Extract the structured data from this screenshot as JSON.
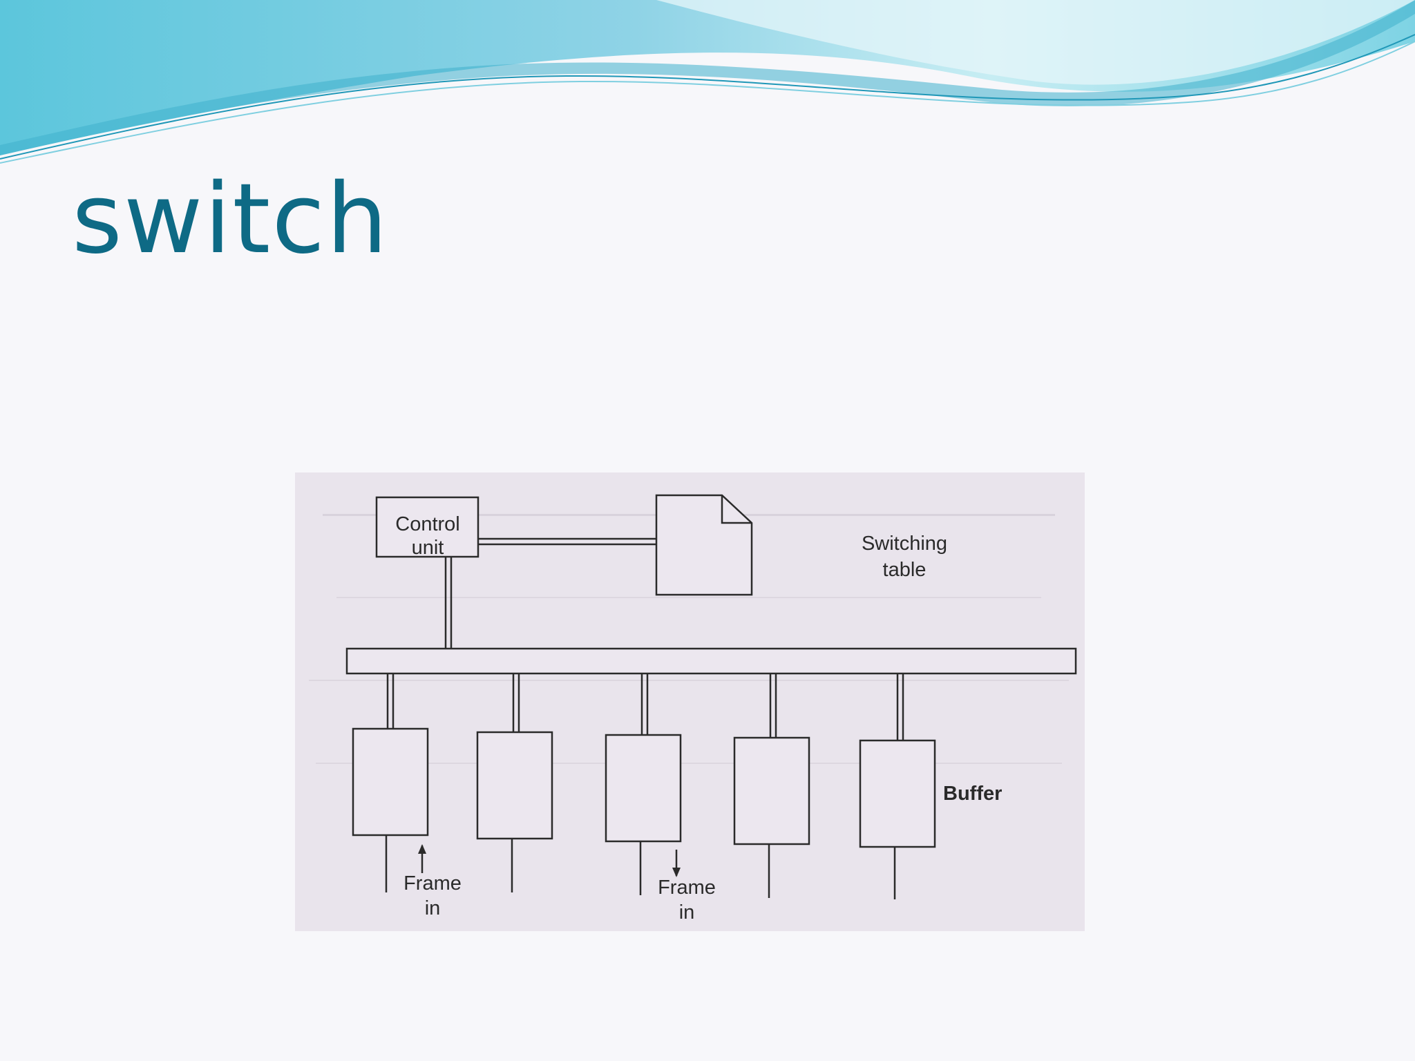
{
  "slide": {
    "title": "switch"
  },
  "diagram": {
    "control_unit": [
      "Control",
      "unit"
    ],
    "switching_table": [
      "Switching",
      "table"
    ],
    "buffer_label": "Buffer",
    "frame_in_left": [
      "Frame",
      "in"
    ],
    "frame_in_right": [
      "Frame",
      "in"
    ],
    "buffer_count": 5
  },
  "colors": {
    "title": "#0e6a85",
    "figure_background": "#e9e4ec",
    "wave_dark": "#5cc6dc",
    "wave_light": "#a7e3ee"
  }
}
